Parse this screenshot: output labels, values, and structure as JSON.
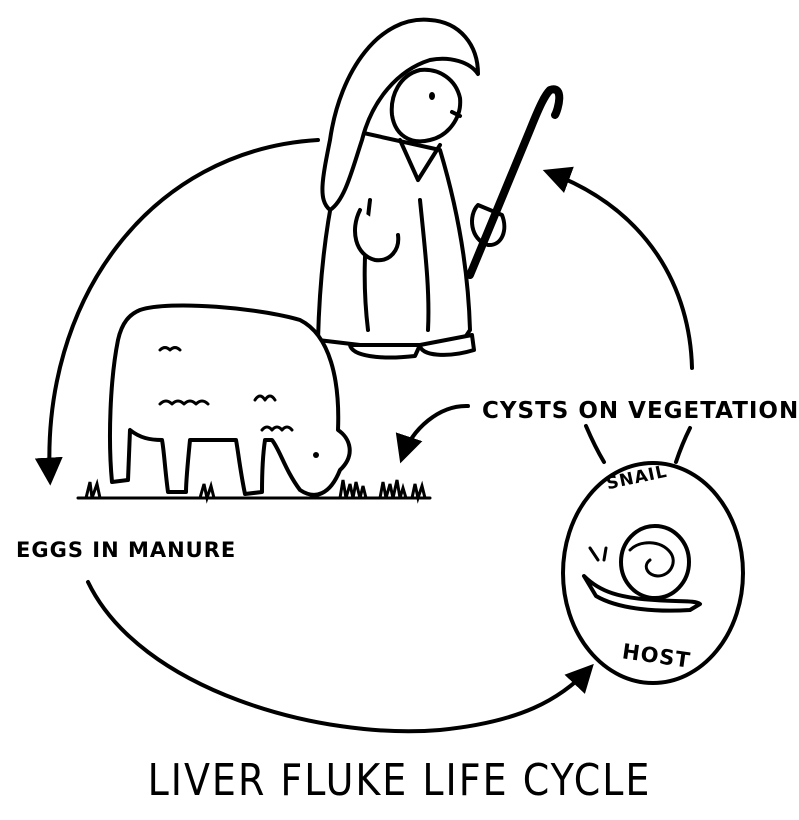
{
  "title": "LIVER FLUKE LIFE CYCLE",
  "labels": {
    "eggs": "EGGS IN MANURE",
    "cysts": "CYSTS ON VEGETATION",
    "snail": "SNAIL",
    "host": "HOST"
  },
  "colors": {
    "ink": "#000000",
    "paper": "#ffffff"
  },
  "icons": [
    "shepherd-illustration",
    "sheep-illustration",
    "snail-illustration"
  ]
}
